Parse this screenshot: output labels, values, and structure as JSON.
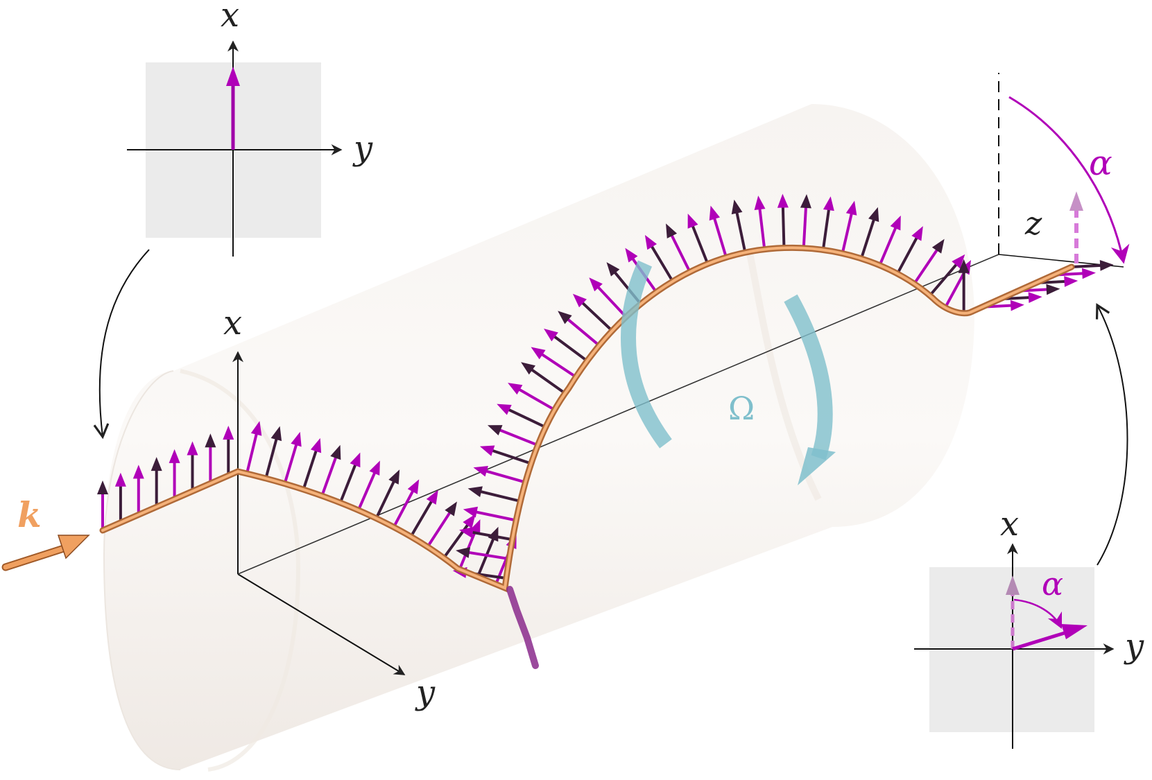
{
  "labels": {
    "x_top": "x",
    "y_top": "y",
    "x_mid": "x",
    "y_mid": "y",
    "z": "z",
    "alpha_top": "α",
    "omega": "Ω",
    "k": "k",
    "x_bottom": "x",
    "y_bottom": "y",
    "alpha_bottom": "α"
  },
  "colors": {
    "magenta": "#b000b8",
    "dark_arrow": "#3c1d3a",
    "orange": "#f0a060",
    "teal": "#7fbfcc",
    "panel": "#ebebeb",
    "cylinder": "#f4f0ec"
  }
}
